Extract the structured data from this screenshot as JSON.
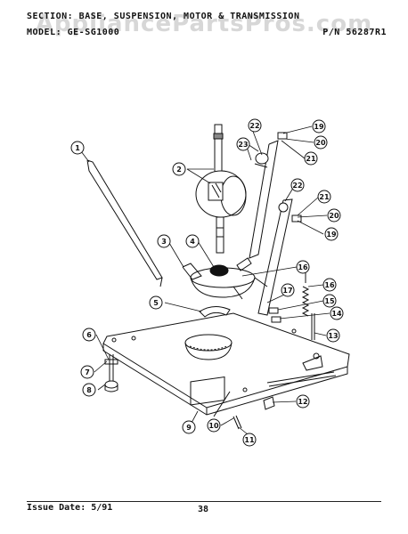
{
  "header": {
    "title_line": "SECTION: BASE, SUSPENSION, MOTOR & TRANSMISSION",
    "model_line": "MODEL: GE-SG1000",
    "part_number": "P/N 56287R1"
  },
  "watermark": "AppliancePartsPros.com",
  "callouts": [
    "1",
    "2",
    "3",
    "4",
    "5",
    "6",
    "7",
    "8",
    "9",
    "10",
    "11",
    "12",
    "13",
    "14",
    "15",
    "16",
    "16",
    "17",
    "19",
    "19",
    "20",
    "20",
    "21",
    "21",
    "22",
    "22",
    "23"
  ],
  "footer": {
    "issue_date": "Issue Date: 5/91",
    "page_number": "38"
  }
}
